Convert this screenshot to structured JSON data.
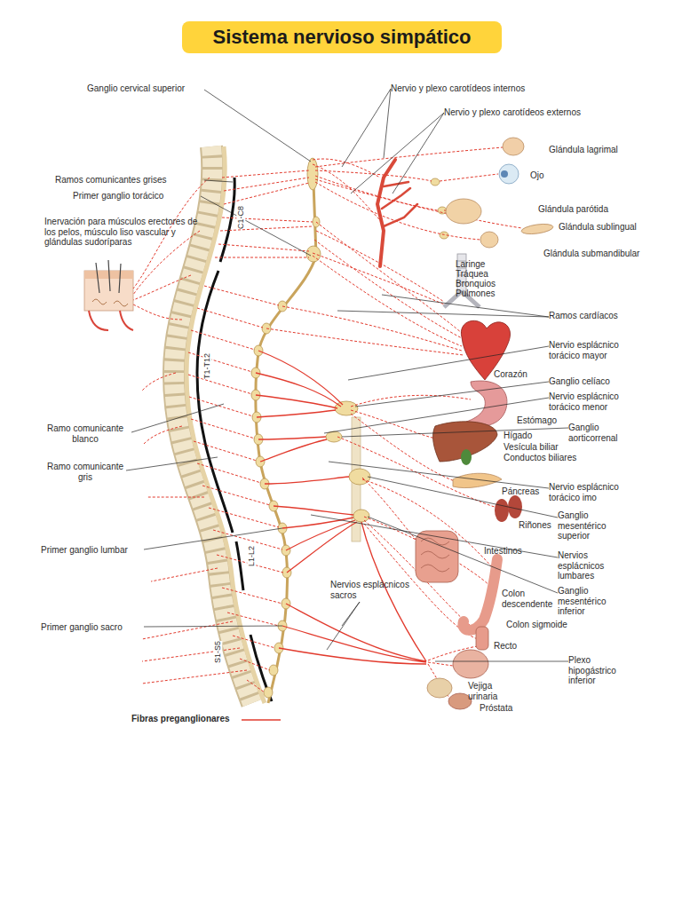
{
  "diagram": {
    "title": "Sistema nervioso simpático",
    "labels": [
      "Ganglio cervical superior",
      "Nervio y plexo carotídeos internos",
      "Nervio y plexo carotídeos externos",
      "Glándula lagrimal",
      "Ojo",
      "Ramos comunicantes grises",
      "Primer ganglio torácico",
      "C1-C8",
      "Glándula parótida",
      "Inervación para músculos erectores de los pelos, músculo liso vascular y glándulas sudoríparas",
      "Glándula sublingual",
      "Glándula submandibular",
      "Laringe",
      "Tráquea",
      "Bronquios",
      "Pulmones",
      "Ramos cardíacos",
      "Nervio esplácnico torácico mayor",
      "T1-T12",
      "Corazón",
      "Ganglio celíaco",
      "Nervio esplácnico torácico menor",
      "Estómago",
      "Ramo comunicante blanco",
      "Ganglio aorticorrenal",
      "Hígado",
      "Vesícula biliar",
      "Conductos biliares",
      "Ramo comunicante gris",
      "Nervio esplácnico torácico imo",
      "Páncreas",
      "Ganglio mesentérico superior",
      "Riñones",
      "Primer ganglio lumbar",
      "Intestinos",
      "L1-L2",
      "Nervios esplácnicos lumbares",
      "Nervios esplácnicos sacros",
      "Ganglio mesentérico inferior",
      "Colon descendente",
      "Colon sigmoide",
      "Primer ganglio sacro",
      "S1-S5",
      "Recto",
      "Plexo hipogástrico inferior",
      "Vejiga urinaria",
      "Próstata"
    ],
    "legend": [
      {
        "text": "Fibras preganglionares"
      }
    ]
  }
}
